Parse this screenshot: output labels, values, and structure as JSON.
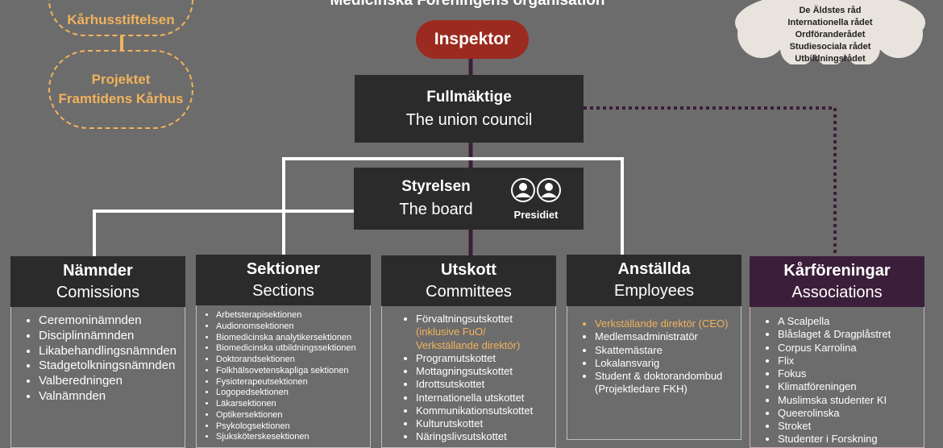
{
  "title": "Medicinska Föreningens organisation",
  "inspektor": "Inspektor",
  "left_ovals": {
    "top": "Kårhusstiftelsen",
    "bottom_line1": "Projektet",
    "bottom_line2": "Framtidens Kårhus"
  },
  "cloud": {
    "items": [
      "De Äldstes råd",
      "Internationella rådet",
      "Ordföranderådet",
      "Studiesociala rådet",
      "Utbildningsrådet"
    ]
  },
  "fullmaktige": {
    "title": "Fullmäktige",
    "subtitle": "The union council"
  },
  "styrelsen": {
    "title": "Styrelsen",
    "subtitle": "The board",
    "presidiet": "Presidiet"
  },
  "columns": {
    "namnder": {
      "title": "Nämnder",
      "subtitle": "Comissions",
      "items": [
        "Ceremoninämnden",
        "Disciplinnämnden",
        "Likabehandlingsnämnden",
        "Stadgetolkningsnämnden",
        "Valberedningen",
        "Valnämnden"
      ]
    },
    "sektioner": {
      "title": "Sektioner",
      "subtitle": "Sections",
      "items": [
        "Arbetsterapisektionen",
        "Audionomsektionen",
        "Biomedicinska analytikersektionen",
        "Biomedicinska utbildningssektionen",
        "Doktorandsektionen",
        "Folkhälsovetenskapliga sektionen",
        "Fysioterapeutsektionen",
        "Logopedsektionen",
        "Läkarsektionen",
        "Optikersektionen",
        "Psykologsektionen",
        "Sjuksköterskesektionen"
      ]
    },
    "utskott": {
      "title": "Utskott",
      "subtitle": "Committees",
      "first_item": "Förvaltningsutskottet",
      "first_item_note": "(inklusive FuO/ Verkställande direktör)",
      "items": [
        "Programutskottet",
        "Mottagningsutskottet",
        "Idrottsutskottet",
        "Internationella utskottet",
        "Kommunikationsutskottet",
        "Kulturutskottet",
        "Näringslivsutskottet"
      ]
    },
    "anstallda": {
      "title": "Anställda",
      "subtitle": "Employees",
      "highlight_item": "Verkställande direktör (CEO)",
      "items": [
        "Medlemsadministratör",
        "Skattemästare",
        "Lokalansvarig",
        "Student & doktorandombud (Projektledare FKH)"
      ]
    },
    "karforeningar": {
      "title": "Kårföreningar",
      "subtitle": "Associations",
      "items": [
        "A Scalpella",
        "Blåslaget & Dragplåstret",
        "Corpus Karrolina",
        "Flix",
        "Fokus",
        "Klimatföreningen",
        "Muslimska studenter KI",
        "Queerolinska",
        "Stroket",
        "Studenter i Forskning"
      ]
    }
  },
  "colors": {
    "background": "#6d6c6c",
    "dark_box": "#2b2b2b",
    "inspektor": "#9b2b20",
    "accent_orange": "#f0b35c",
    "associations": "#3b1e3a",
    "connector_dotted": "#3b1e3a"
  }
}
